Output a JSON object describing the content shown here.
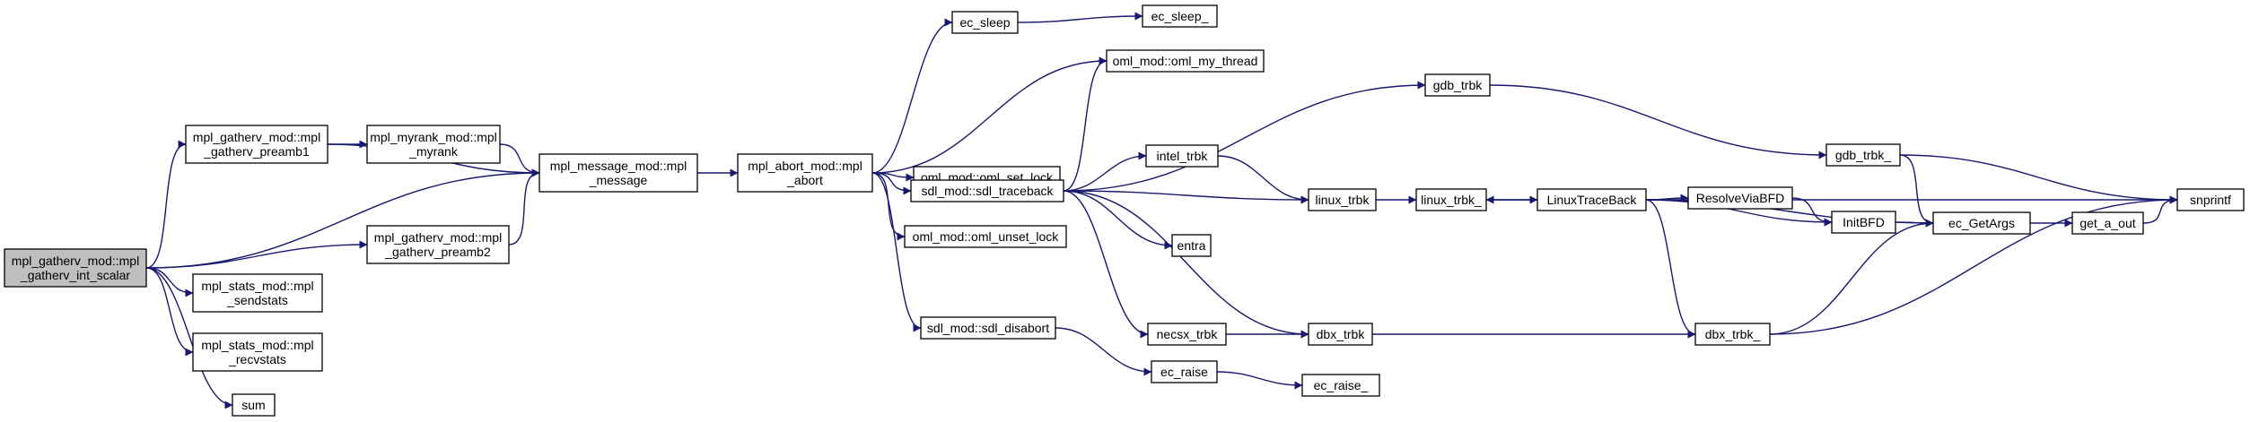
{
  "diagram": {
    "type": "call-graph",
    "edge_color": "#191970",
    "root_fill": "#bfbfbf",
    "nodes": [
      {
        "id": "root",
        "lines": [
          "mpl_gatherv_mod::mpl",
          "_gatherv_int_scalar"
        ],
        "root": true
      },
      {
        "id": "preamb1",
        "lines": [
          "mpl_gatherv_mod::mpl",
          "_gatherv_preamb1"
        ]
      },
      {
        "id": "myrank",
        "lines": [
          "mpl_myrank_mod::mpl",
          "_myrank"
        ]
      },
      {
        "id": "message",
        "lines": [
          "mpl_message_mod::mpl",
          "_message"
        ]
      },
      {
        "id": "preamb2",
        "lines": [
          "mpl_gatherv_mod::mpl",
          "_gatherv_preamb2"
        ]
      },
      {
        "id": "sendstats",
        "lines": [
          "mpl_stats_mod::mpl",
          "_sendstats"
        ]
      },
      {
        "id": "recvstats",
        "lines": [
          "mpl_stats_mod::mpl",
          "_recvstats"
        ]
      },
      {
        "id": "sum",
        "lines": [
          "sum"
        ]
      },
      {
        "id": "abort",
        "lines": [
          "mpl_abort_mod::mpl",
          "_abort"
        ]
      },
      {
        "id": "ec_sleep",
        "lines": [
          "ec_sleep"
        ]
      },
      {
        "id": "ec_sleep_",
        "lines": [
          "ec_sleep_"
        ]
      },
      {
        "id": "oml_my_thread",
        "lines": [
          "oml_mod::oml_my_thread"
        ]
      },
      {
        "id": "oml_set_lock",
        "lines": [
          "oml_mod::oml_set_lock"
        ]
      },
      {
        "id": "sdl_traceback",
        "lines": [
          "sdl_mod::sdl_traceback"
        ]
      },
      {
        "id": "oml_unset_lock",
        "lines": [
          "oml_mod::oml_unset_lock"
        ]
      },
      {
        "id": "sdl_disabort",
        "lines": [
          "sdl_mod::sdl_disabort"
        ]
      },
      {
        "id": "gdb_trbk",
        "lines": [
          "gdb_trbk"
        ]
      },
      {
        "id": "intel_trbk",
        "lines": [
          "intel_trbk"
        ]
      },
      {
        "id": "linux_trbk",
        "lines": [
          "linux_trbk"
        ]
      },
      {
        "id": "entra",
        "lines": [
          "entra"
        ]
      },
      {
        "id": "necsx_trbk",
        "lines": [
          "necsx_trbk"
        ]
      },
      {
        "id": "dbx_trbk",
        "lines": [
          "dbx_trbk"
        ]
      },
      {
        "id": "ec_raise",
        "lines": [
          "ec_raise"
        ]
      },
      {
        "id": "ec_raise_",
        "lines": [
          "ec_raise_"
        ]
      },
      {
        "id": "linux_trbk_",
        "lines": [
          "linux_trbk_"
        ]
      },
      {
        "id": "LinuxTraceBack",
        "lines": [
          "LinuxTraceBack"
        ]
      },
      {
        "id": "ResolveViaBFD",
        "lines": [
          "ResolveViaBFD"
        ]
      },
      {
        "id": "InitBFD",
        "lines": [
          "InitBFD"
        ]
      },
      {
        "id": "gdb_trbk_",
        "lines": [
          "gdb_trbk_"
        ]
      },
      {
        "id": "dbx_trbk_",
        "lines": [
          "dbx_trbk_"
        ]
      },
      {
        "id": "ec_GetArgs",
        "lines": [
          "ec_GetArgs"
        ]
      },
      {
        "id": "get_a_out",
        "lines": [
          "get_a_out"
        ]
      },
      {
        "id": "snprintf",
        "lines": [
          "snprintf"
        ]
      }
    ],
    "edges": [
      [
        "root",
        "preamb1"
      ],
      [
        "root",
        "message"
      ],
      [
        "root",
        "preamb2"
      ],
      [
        "root",
        "sendstats"
      ],
      [
        "root",
        "recvstats"
      ],
      [
        "root",
        "sum"
      ],
      [
        "preamb1",
        "myrank"
      ],
      [
        "preamb1",
        "message"
      ],
      [
        "myrank",
        "message"
      ],
      [
        "preamb2",
        "message"
      ],
      [
        "message",
        "abort"
      ],
      [
        "abort",
        "ec_sleep"
      ],
      [
        "abort",
        "oml_my_thread"
      ],
      [
        "abort",
        "oml_set_lock"
      ],
      [
        "abort",
        "sdl_traceback"
      ],
      [
        "abort",
        "oml_unset_lock"
      ],
      [
        "abort",
        "sdl_disabort"
      ],
      [
        "ec_sleep",
        "ec_sleep_"
      ],
      [
        "sdl_traceback",
        "oml_my_thread"
      ],
      [
        "sdl_traceback",
        "gdb_trbk"
      ],
      [
        "sdl_traceback",
        "intel_trbk"
      ],
      [
        "sdl_traceback",
        "linux_trbk"
      ],
      [
        "sdl_traceback",
        "entra"
      ],
      [
        "sdl_traceback",
        "necsx_trbk"
      ],
      [
        "sdl_traceback",
        "dbx_trbk"
      ],
      [
        "sdl_disabort",
        "ec_raise"
      ],
      [
        "ec_raise",
        "ec_raise_"
      ],
      [
        "gdb_trbk",
        "gdb_trbk_"
      ],
      [
        "intel_trbk",
        "linux_trbk"
      ],
      [
        "linux_trbk",
        "linux_trbk_"
      ],
      [
        "linux_trbk_",
        "LinuxTraceBack"
      ],
      [
        "necsx_trbk",
        "dbx_trbk"
      ],
      [
        "dbx_trbk",
        "dbx_trbk_"
      ],
      [
        "LinuxTraceBack",
        "linux_trbk_"
      ],
      [
        "LinuxTraceBack",
        "ResolveViaBFD"
      ],
      [
        "LinuxTraceBack",
        "InitBFD"
      ],
      [
        "LinuxTraceBack",
        "ec_GetArgs"
      ],
      [
        "LinuxTraceBack",
        "dbx_trbk_"
      ],
      [
        "LinuxTraceBack",
        "snprintf"
      ],
      [
        "ResolveViaBFD",
        "InitBFD"
      ],
      [
        "InitBFD",
        "ec_GetArgs"
      ],
      [
        "gdb_trbk_",
        "ec_GetArgs"
      ],
      [
        "gdb_trbk_",
        "snprintf"
      ],
      [
        "dbx_trbk_",
        "ec_GetArgs"
      ],
      [
        "dbx_trbk_",
        "snprintf"
      ],
      [
        "ec_GetArgs",
        "get_a_out"
      ],
      [
        "get_a_out",
        "snprintf"
      ]
    ]
  }
}
